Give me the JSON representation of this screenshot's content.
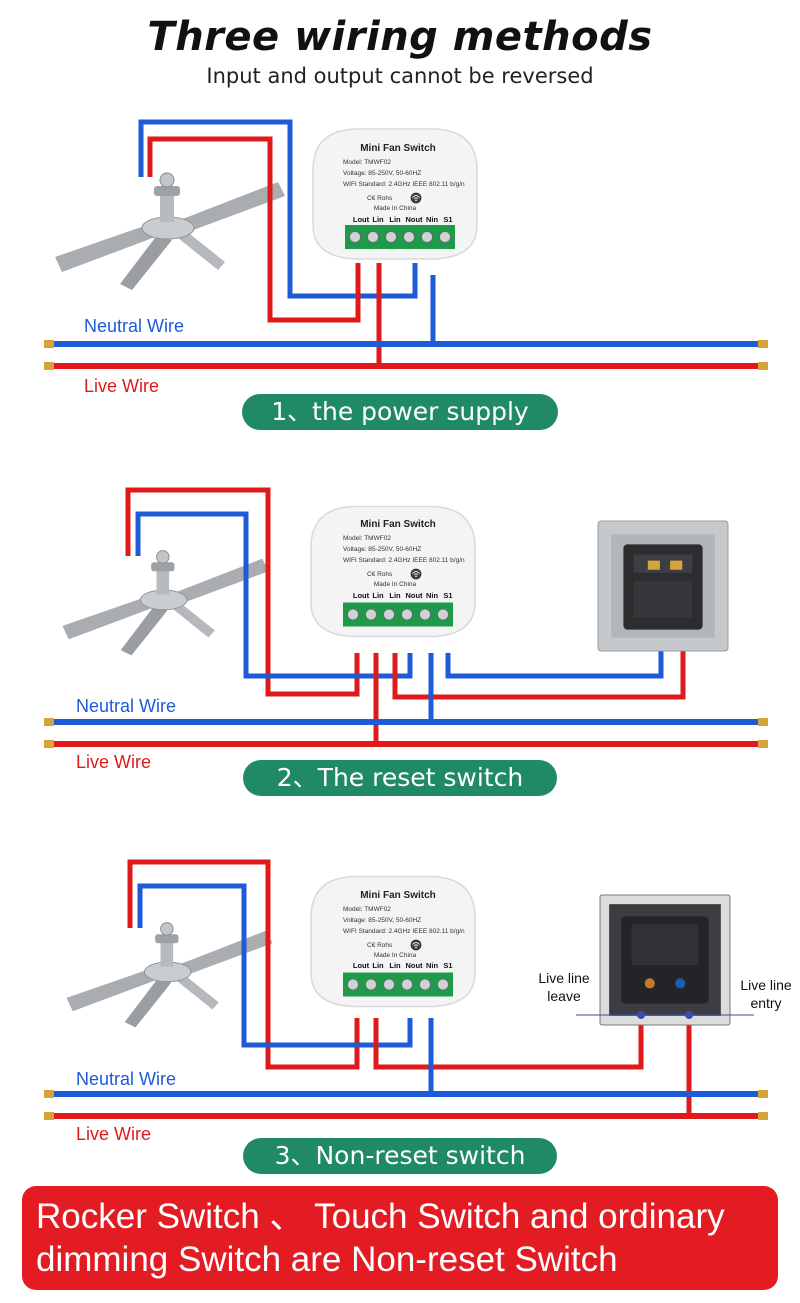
{
  "header": {
    "title": "Three wiring methods",
    "subtitle": "Input and output cannot be reversed"
  },
  "module": {
    "name": "Mini Fan Switch",
    "model": "Model:   TMWF02",
    "voltage": "Voltage:  85-250V, 50-60HZ",
    "wifi": "WIFI Standard:  2.4GHz IEEE 802.11 b/g/n",
    "cert": "C€  Rohs",
    "wifi_badge": "wifi",
    "made_in": "Made In China",
    "terminals": [
      "Lout",
      "Lin",
      "Lin",
      "Nout",
      "Nin",
      "S1"
    ]
  },
  "labels": {
    "neutral": "Neutral Wire",
    "live": "Live Wire"
  },
  "sections": [
    {
      "caption": "1、the power supply"
    },
    {
      "caption": "2、The reset switch"
    },
    {
      "caption": "3、Non-reset switch"
    }
  ],
  "switch3": {
    "left_label_1": "Live line",
    "left_label_2": "leave",
    "right_label_1": "Live line",
    "right_label_2": "entry"
  },
  "banner": {
    "line1": "Rocker Switch 、 Touch Switch and ordinary",
    "line2": "dimming Switch are Non-reset Switch"
  },
  "colors": {
    "neutral_wire": "#1e5bd6",
    "live_wire": "#e01a1a",
    "caption_pill": "#1f8a63",
    "banner": "#e31b23",
    "terminal_block": "#1f9a4a"
  },
  "icons": [
    "ceiling-fan-icon",
    "wall-switch-icon",
    "wifi-icon"
  ]
}
